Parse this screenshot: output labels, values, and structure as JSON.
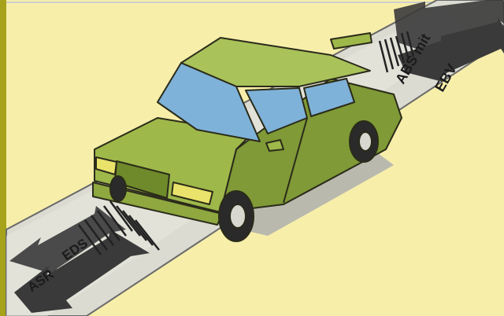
{
  "labels": {
    "abs": "ABS mit",
    "ebv": "EBV",
    "eds": "EDS",
    "asr": "ASR"
  },
  "colors": {
    "background": "#f7eeaa",
    "left_border": "#a6a31a",
    "road": "#dbdbd2",
    "car_body": "#9eb84a",
    "car_shadow_side": "#7f9a36",
    "window": "#7fb2d8",
    "headlight": "#e9e36b",
    "tire": "#2a2a2a",
    "arrow": "#3a3a3a"
  },
  "icons": {
    "car": "sedan-car-icon",
    "front_arrow": "double-arrow-icon",
    "rear_arrow": "double-arrow-icon"
  }
}
